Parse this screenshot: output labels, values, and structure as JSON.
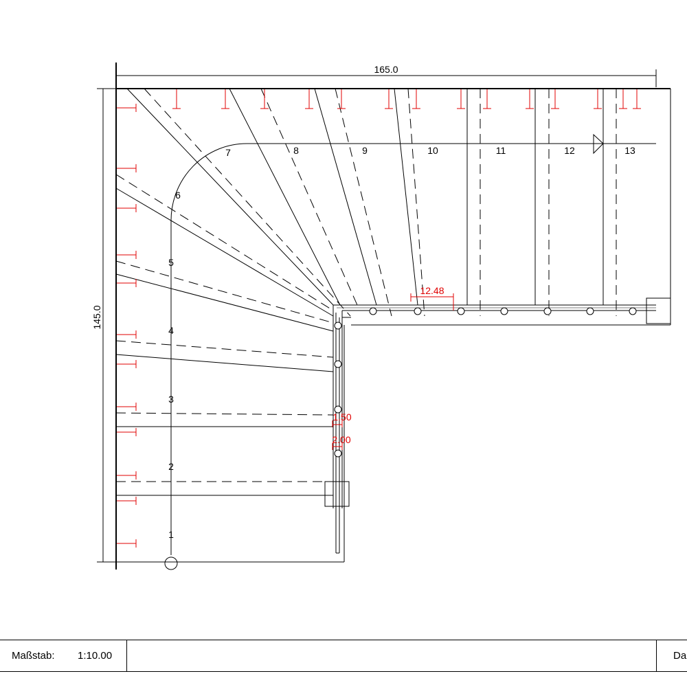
{
  "drawing": {
    "dim_width": "165.0",
    "dim_height": "145.0",
    "tread_width_dim": "12.48",
    "gap_dim_1": "1.50",
    "gap_dim_2": "2.00",
    "colors": {
      "line": "#000000",
      "annotation": "#e00000"
    }
  },
  "steps": [
    {
      "number": "1"
    },
    {
      "number": "2"
    },
    {
      "number": "3"
    },
    {
      "number": "4"
    },
    {
      "number": "5"
    },
    {
      "number": "6"
    },
    {
      "number": "7"
    },
    {
      "number": "8"
    },
    {
      "number": "9"
    },
    {
      "number": "10"
    },
    {
      "number": "11"
    },
    {
      "number": "12"
    },
    {
      "number": "13"
    }
  ],
  "title_block": {
    "scale_label": "Maßstab:",
    "scale_value": "1:10.00",
    "right_label": "Da"
  }
}
